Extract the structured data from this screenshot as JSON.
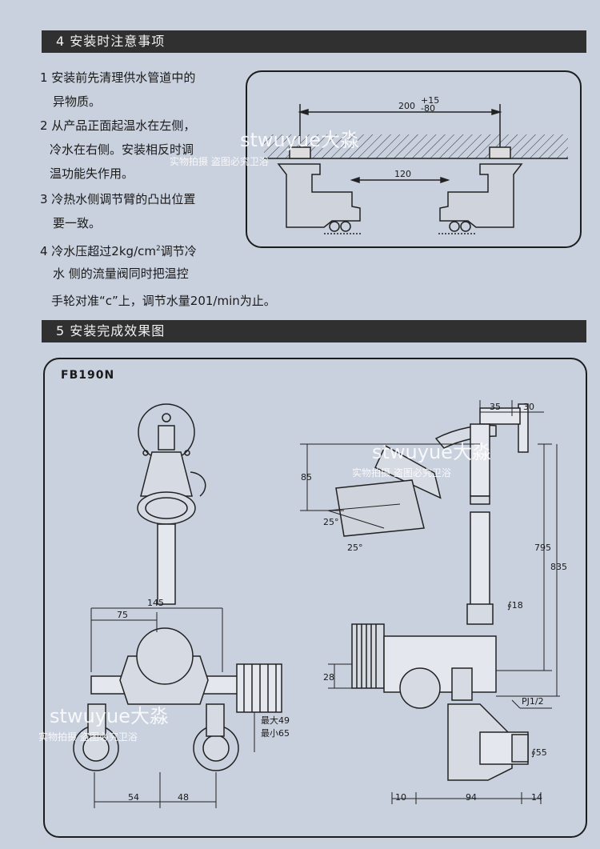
{
  "section4": {
    "title": "4  安装时注意事项",
    "notes": [
      "1 安装前先清理供水管道中的",
      "异物质。",
      "2 从产品正面起温水在左侧，",
      "冷水在右侧。安装相反时调",
      "温功能失作用。",
      "3 冷热水侧调节臂的凸出位置",
      "要一致。",
      "4 冷水压超过2kg/cm",
      "调节冷",
      "水 侧的流量阀同时把温控",
      "手轮对准“c”上，调节水量201/min为止。"
    ],
    "superscript": "2",
    "diagram": {
      "dim_200": "200",
      "tol_up": "+15",
      "tol_down": "-80",
      "dim_120": "120"
    }
  },
  "section5": {
    "title": "5  安装完成效果图",
    "model": "FB190N",
    "front_view": {
      "dim_145": "145",
      "dim_75": "75",
      "dim_54": "54",
      "dim_48": "48",
      "max": "最大49",
      "min": "最小65"
    },
    "side_view": {
      "dim_35": "35",
      "dim_30": "30",
      "dim_85": "85",
      "angle_1": "25°",
      "angle_2": "25°",
      "dim_795": "795",
      "dim_835": "835",
      "dia_18": "18",
      "dim_28": "28",
      "thread": "PJ1/2",
      "dia_55": "55",
      "dim_10": "10",
      "dim_94": "94",
      "dim_14": "14",
      "phi": "∮"
    }
  },
  "watermark": {
    "brand": "stwuyue",
    "mark": "大淼",
    "sub": "实物拍摄  盗图必究",
    "sub2": "卫浴"
  }
}
